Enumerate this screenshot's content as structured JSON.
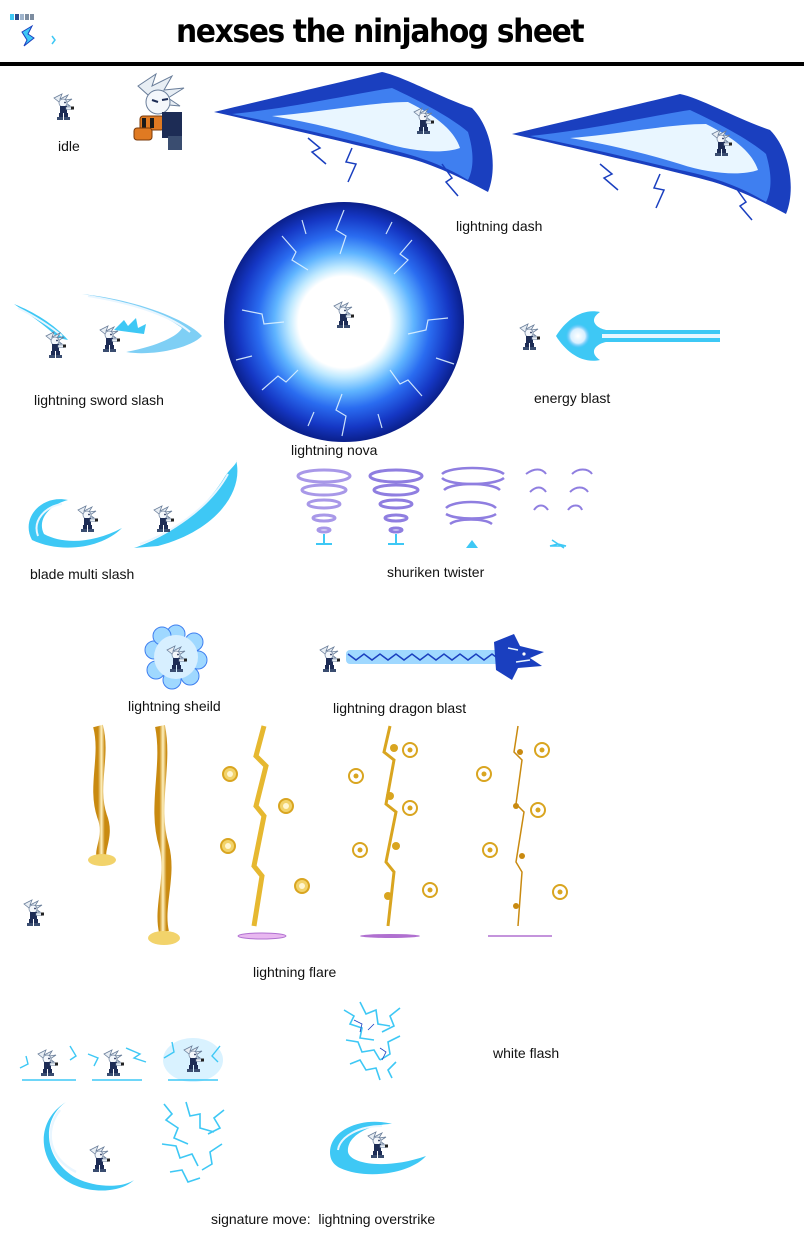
{
  "sheet": {
    "title": "nexses the ninjahog sheet"
  },
  "moves": {
    "idle": "idle",
    "lightning_dash": "lightning dash",
    "lightning_sword_slash": "lightning sword slash",
    "lightning_nova": "lightning nova",
    "energy_blast": "energy blast",
    "blade_multi_slash": "blade multi slash",
    "shuriken_twister": "shuriken twister",
    "lightning_sheild": "lightning sheild",
    "lightning_dragon_blast": "lightning dragon blast",
    "lightning_flare": "lightning flare",
    "white_flash": "white flash",
    "signature_move": "signature move:  lightning overstrike"
  },
  "colors": {
    "blue_deep": "#1a3fbf",
    "blue_mid": "#3f7ff0",
    "cyan": "#3ec8f5",
    "ice": "#e9f6ff",
    "gold": "#d9a520",
    "gold_light": "#f2d36b",
    "violet": "#a898e8",
    "fur": "#e8eef4",
    "suit": "#1d2c55",
    "orange": "#e07a22"
  },
  "icons": [
    "hedgehog-sprite",
    "lightning-aura",
    "tornado",
    "dragon-head",
    "fireball",
    "slash-arc"
  ]
}
